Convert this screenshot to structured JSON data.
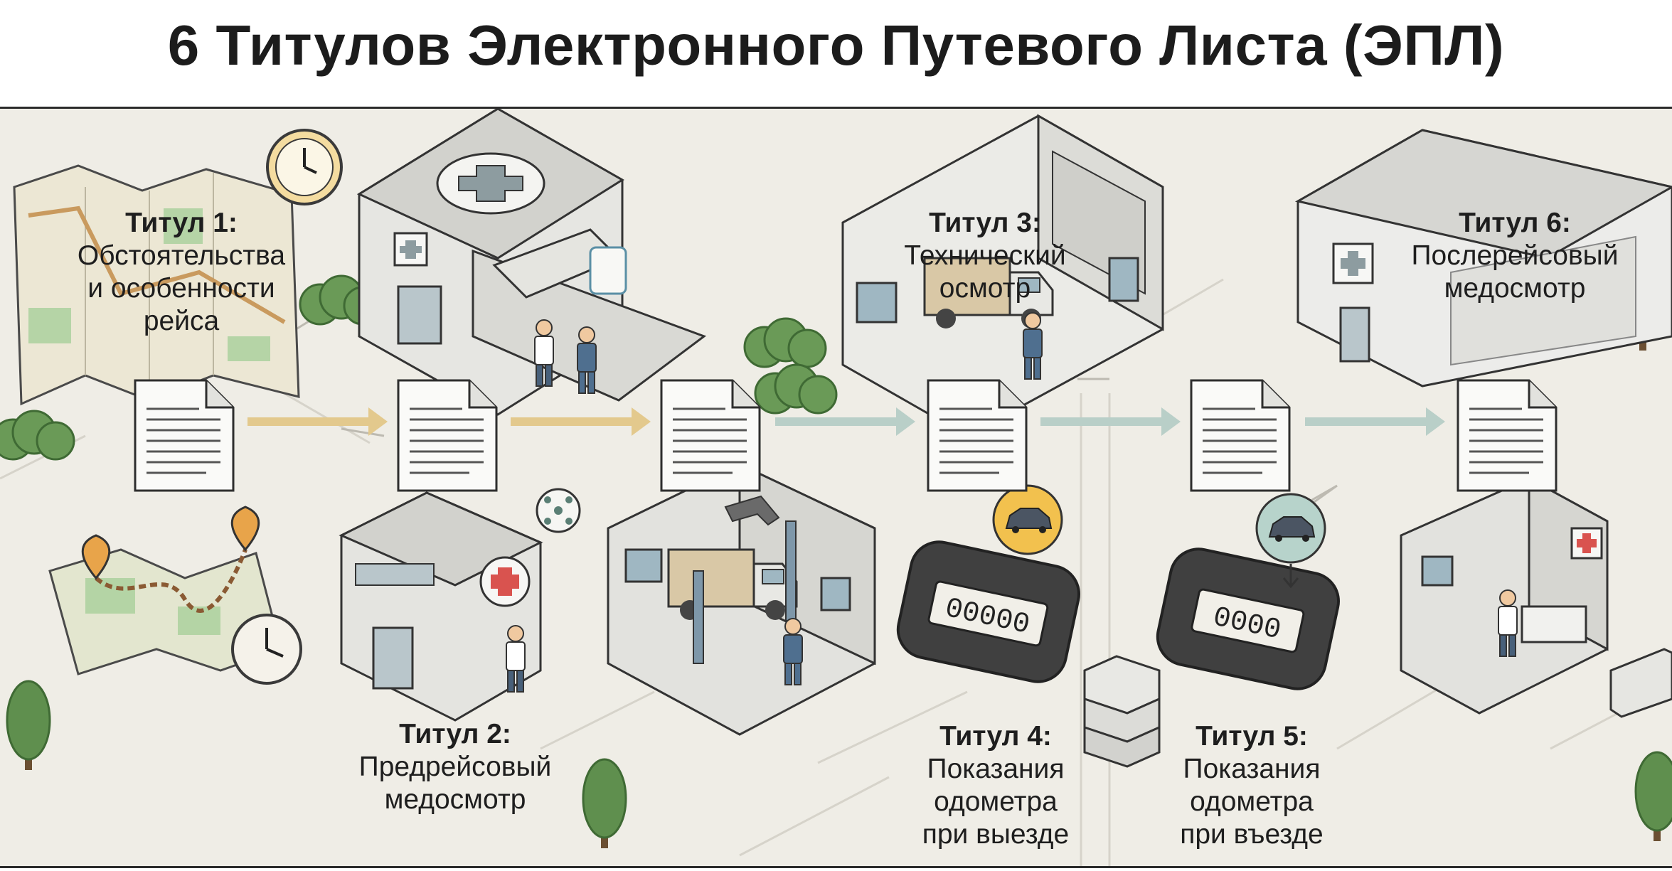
{
  "title": "6 Титулов Электронного Путевого Листа (ЭПЛ)",
  "steps": [
    {
      "id": "t1",
      "title": "Титул 1:",
      "lines": [
        "Обстоятельства",
        "и особенности",
        "рейса"
      ]
    },
    {
      "id": "t2",
      "title": "Титул 2:",
      "lines": [
        "Предрейсовый",
        "медосмотр"
      ]
    },
    {
      "id": "t3",
      "title": "Титул 3:",
      "lines": [
        "Технический",
        "осмотр"
      ]
    },
    {
      "id": "t4",
      "title": "Титул 4:",
      "lines": [
        "Показания",
        "одометра",
        "при выезде"
      ]
    },
    {
      "id": "t5",
      "title": "Титул 5:",
      "lines": [
        "Показания",
        "одометра",
        "при въезде"
      ]
    },
    {
      "id": "t6",
      "title": "Титул 6:",
      "lines": [
        "Послерейсовый",
        "медосмотр"
      ]
    }
  ],
  "odometers": {
    "departure": "00000",
    "arrival": "0000"
  },
  "colors": {
    "background": "#efede6",
    "arrow_warm": "#e3c98d",
    "arrow_cool": "#b9cfc8",
    "medical_red": "#d9534f",
    "badge_amber": "#f2c14e",
    "badge_teal": "#b7d3cb",
    "tree_green": "#5f8f4e"
  },
  "icons": [
    "map-icon",
    "clock-icon",
    "medical-cross-icon",
    "document-icon",
    "truck-icon",
    "car-icon",
    "odometer-icon",
    "server-icon",
    "network-icon",
    "wrench-icon",
    "tree-icon"
  ]
}
